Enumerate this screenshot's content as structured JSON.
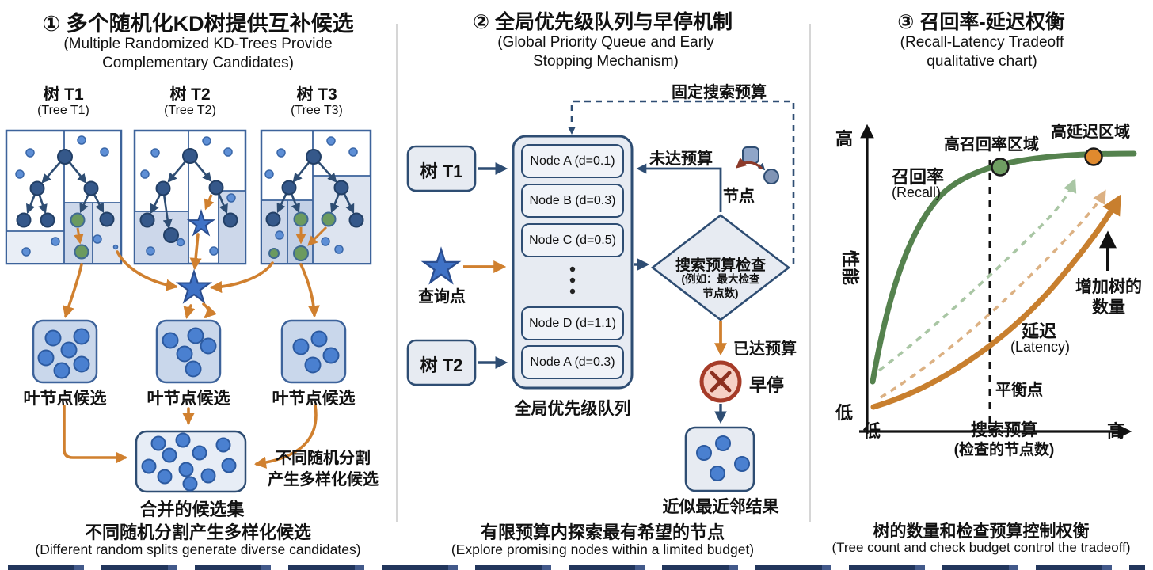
{
  "panel1": {
    "title_zh": "① 多个随机化KD树提供互补候选",
    "title_en": "(Multiple Randomized KD-Trees Provide Complementary Candidates)",
    "trees": [
      {
        "label_zh": "树 T1",
        "label_en": "(Tree T1)"
      },
      {
        "label_zh": "树 T2",
        "label_en": "(Tree T2)"
      },
      {
        "label_zh": "树 T3",
        "label_en": "(Tree T3)"
      }
    ],
    "leaf_label": "叶节点候选",
    "merged_label": "合并的候选集",
    "side_note": "不同随机分割\n产生多样化候选",
    "caption_zh": "不同随机分割产生多样化候选",
    "caption_en": "(Different random splits generate diverse candidates)"
  },
  "panel2": {
    "title_zh": "② 全局优先级队列与早停机制",
    "title_en": "(Global Priority Queue and Early Stopping Mechanism)",
    "budget_label": "固定搜索预算",
    "tree1_label": "树 T1",
    "tree2_label": "树 T2",
    "query_label": "查询点",
    "queue_items": [
      "Node A (d=0.1)",
      "Node B (d=0.3)",
      "Node C (d=0.5)",
      "Node D (d=1.1)",
      "Node A (d=0.3)"
    ],
    "queue_label": "全局优先级队列",
    "not_reached_label": "未达预算",
    "node_label": "节点",
    "check_title": "搜索预算检查",
    "check_sub": "(例如：最大检查\n节点数)",
    "reached_label": "已达预算",
    "early_stop_label": "早停",
    "result_label": "近似最近邻结果",
    "caption_zh": "有限预算内探索最有希望的节点",
    "caption_en": "(Explore promising nodes within a limited budget)"
  },
  "panel3": {
    "title_zh": "③ 召回率-延迟权衡",
    "title_en": "(Recall-Latency Tradeoff qualitative chart)",
    "y_high": "高",
    "y_low": "低",
    "y_axis_label": "性能",
    "x_low": "低",
    "x_high": "高",
    "x_axis_label": "搜索预算",
    "x_axis_sub": "(检查的节点数)",
    "recall_zh": "召回率",
    "recall_en": "(Recall)",
    "latency_zh": "延迟",
    "latency_en": "(Latency)",
    "high_recall_label": "高召回率区域",
    "high_latency_label": "高延迟区域",
    "balance_label": "平衡点",
    "more_trees_label": "增加树的\n数量",
    "caption_zh": "树的数量和检查预算控制权衡",
    "caption_en": "(Tree count and check budget control the tradeoff)"
  },
  "chart_data": {
    "type": "line",
    "title": "召回率-延迟权衡 (Recall-Latency Tradeoff qualitative chart)",
    "xlabel": "搜索预算 (检查的节点数)",
    "ylabel": "性能",
    "x_axis_range_labels": [
      "低",
      "高"
    ],
    "y_axis_range_labels": [
      "低",
      "高"
    ],
    "grid": false,
    "series": [
      {
        "name": "召回率 (Recall)",
        "style": "solid",
        "color": "#55824e",
        "x": [
          0.0,
          0.05,
          0.12,
          0.25,
          0.42,
          0.6,
          0.8,
          1.0
        ],
        "y": [
          0.1,
          0.35,
          0.62,
          0.8,
          0.88,
          0.92,
          0.94,
          0.95
        ]
      },
      {
        "name": "延迟 (Latency)",
        "style": "solid",
        "color": "#c87f2e",
        "x": [
          0.0,
          0.2,
          0.4,
          0.6,
          0.8,
          0.95
        ],
        "y": [
          0.08,
          0.15,
          0.27,
          0.45,
          0.68,
          0.82
        ]
      },
      {
        "name": "召回率（增加树的数量, 虚线）",
        "style": "dashed",
        "color": "#a9c6a4",
        "x": [
          0.02,
          0.3,
          0.6,
          0.78
        ],
        "y": [
          0.2,
          0.45,
          0.72,
          0.87
        ]
      },
      {
        "name": "延迟（增加树的数量, 虚线）",
        "style": "dashed",
        "color": "#dcb183",
        "x": [
          0.03,
          0.3,
          0.65,
          0.88
        ],
        "y": [
          0.11,
          0.32,
          0.6,
          0.83
        ]
      }
    ],
    "markers": [
      {
        "label": "高召回率区域",
        "color": "#6f9e62",
        "x": 0.47,
        "y": 0.92
      },
      {
        "label": "高延迟区域",
        "color": "#e08a2e",
        "x": 0.82,
        "y": 0.96
      }
    ],
    "annotations": [
      "平衡点 (vertical dashed line)",
      "增加树的数量 (up arrow)"
    ]
  },
  "colors": {
    "navy": "#2e4d73",
    "tree_border": "#3d639b",
    "node_dark": "#35588a",
    "node_green": "#6b9a5f",
    "dot_blue": "#4a80d0",
    "small_dot": "#5e8fd6",
    "orange": "#d0802f",
    "panel_fill": "#e7ebf2",
    "leaf_fill": "#c9d7eb",
    "shaded_cell": "#ccd7ea",
    "early_stop_red": "#a63b28",
    "recall_green": "#55824e",
    "latency_orange": "#c87f2e"
  }
}
